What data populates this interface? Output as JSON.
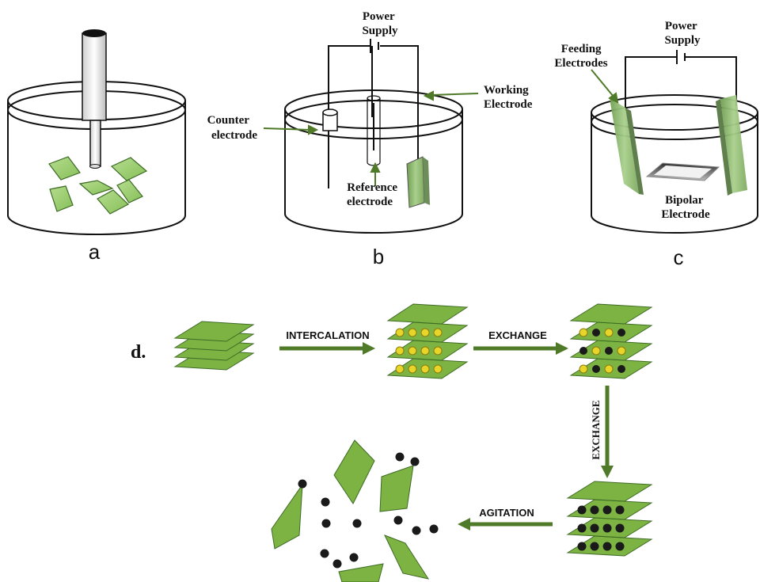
{
  "panel_a": {
    "label": "a"
  },
  "panel_b": {
    "label": "b",
    "power_line1": "Power",
    "power_line2": "Supply",
    "working_line1": "Working",
    "working_line2": "Electrode",
    "counter_line1": "Counter",
    "counter_line2": "electrode",
    "reference_line1": "Reference",
    "reference_line2": "electrode"
  },
  "panel_c": {
    "label": "c",
    "power_line1": "Power",
    "power_line2": "Supply",
    "feeding_line1": "Feeding",
    "feeding_line2": "Electrodes",
    "bipolar_line1": "Bipolar",
    "bipolar_line2": "Electrode"
  },
  "panel_d": {
    "label": "d.",
    "step1": "INTERCALATION",
    "step2": "EXCHANGE",
    "step3": "EXCHANGE",
    "step4": "AGITATION"
  },
  "colors": {
    "sheet": "#7cb342",
    "sheet_light": "#a5d07f",
    "arrow": "#4f7a28",
    "intercalant": "#e7d52a",
    "exchange_ion": "#1a1a1a"
  }
}
